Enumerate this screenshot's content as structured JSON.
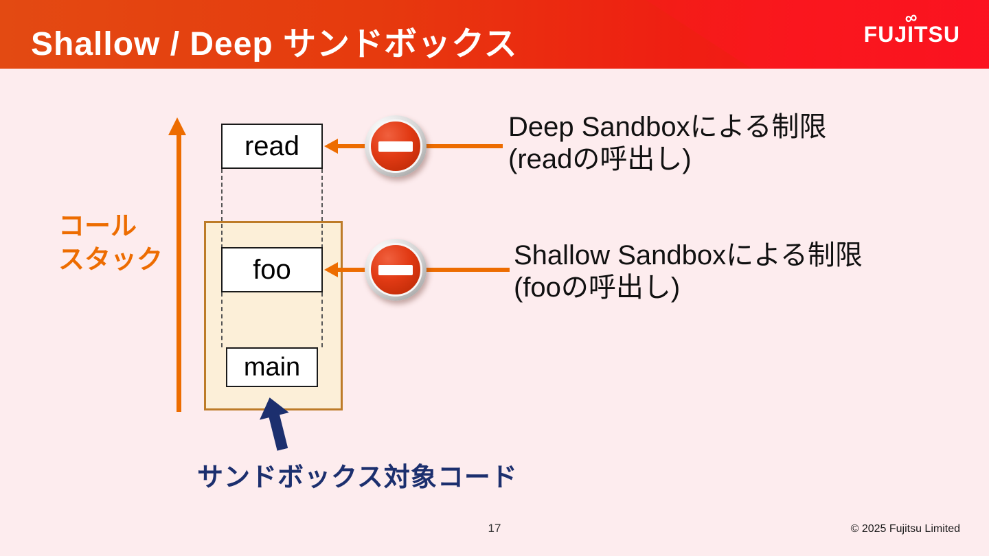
{
  "header": {
    "title": "Shallow / Deep サンドボックス",
    "logo_text": "FUJITSU",
    "logo_symbol": "∞"
  },
  "diagram": {
    "call_stack_label": {
      "line1": "コール",
      "line2": "スタック"
    },
    "frames": [
      {
        "label": "read"
      },
      {
        "label": "foo"
      },
      {
        "label": "main"
      }
    ],
    "restrictions": {
      "deep": {
        "line1": "Deep Sandboxによる制限",
        "line2": "(readの呼出し)"
      },
      "shallow": {
        "line1": "Shallow Sandboxによる制限",
        "line2": "(fooの呼出し)"
      }
    },
    "sandbox_caption": "サンドボックス対象コード",
    "icons": {
      "deep_restriction": "no-entry-icon",
      "shallow_restriction": "no-entry-icon",
      "sandbox_pointer": "arrow-up-icon",
      "call_stack": "arrow-up-icon"
    },
    "colors": {
      "accent_orange": "#ed6c00",
      "navy": "#1c2f6e",
      "header_red_start": "#e34a12",
      "header_red_end": "#fb101e",
      "background_pink": "#fdecee",
      "sandbox_fill": "#fcefd8",
      "sandbox_border": "#bd7b28",
      "prohibition_red": "#d93011"
    }
  },
  "footer": {
    "page_number": "17",
    "copyright": "© 2025 Fujitsu Limited"
  }
}
